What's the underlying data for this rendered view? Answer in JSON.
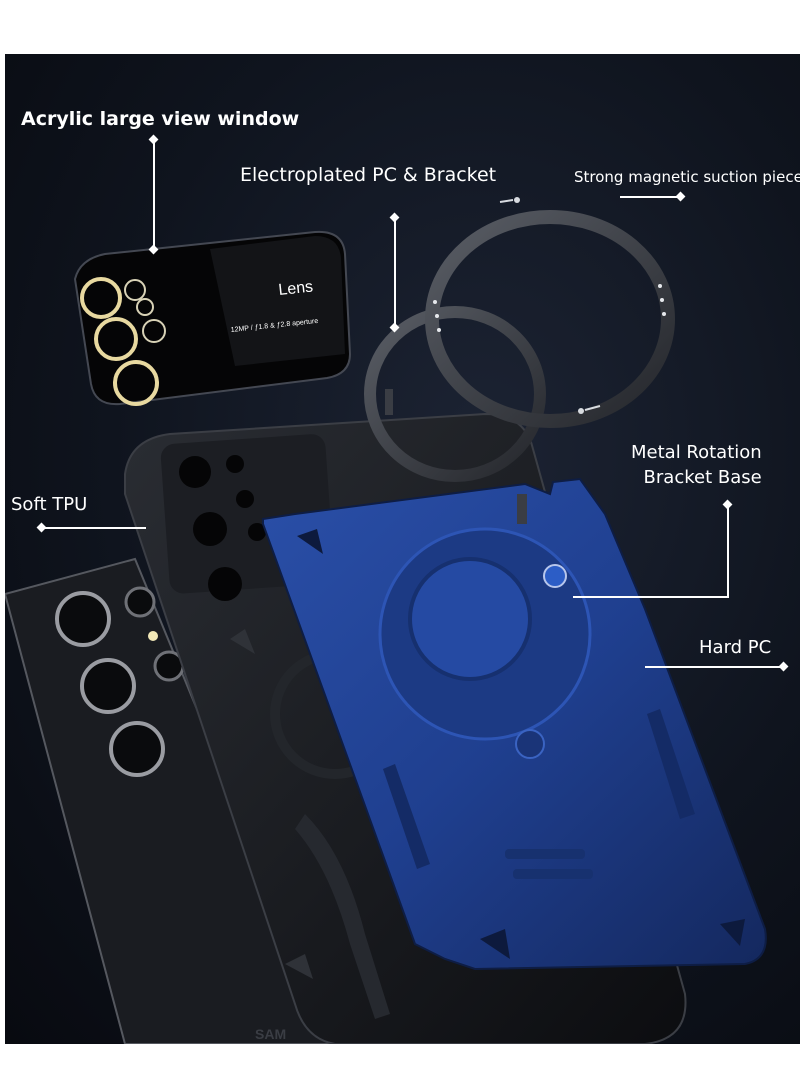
{
  "callouts": {
    "acrylic_window": "Acrylic large view window",
    "electroplated": "Electroplated PC & Bracket",
    "magnetic": "Strong magnetic suction piece",
    "metal_rotation_line1": "Metal Rotation",
    "metal_rotation_line2": "Bracket Base",
    "soft_tpu": "Soft TPU",
    "hard_pc": "Hard PC"
  },
  "lens_module": {
    "title": "Lens",
    "spec": "12MP / ƒ1.8 & ƒ2.8 aperture"
  },
  "phone": {
    "brand_fragment": "SAM"
  },
  "colors": {
    "background": "#0f141e",
    "blue_case": "#1f3f8f",
    "black_case": "#111317",
    "lens_ring": "#e8d9a0",
    "ring": "#3a3d44",
    "callout_text": "#ffffff"
  }
}
